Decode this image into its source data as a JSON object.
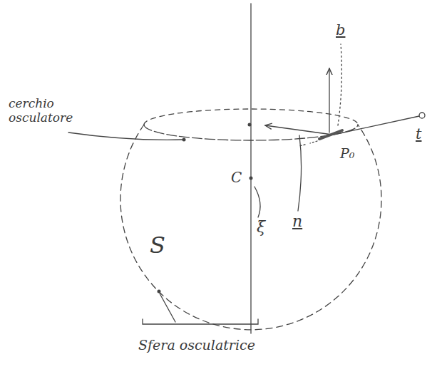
{
  "diagram": {
    "labels": [
      "cerchio osculatore",
      "C",
      "ξ",
      "n",
      "b",
      "t",
      "P₀",
      "S",
      "Sfera osculatrice"
    ]
  }
}
